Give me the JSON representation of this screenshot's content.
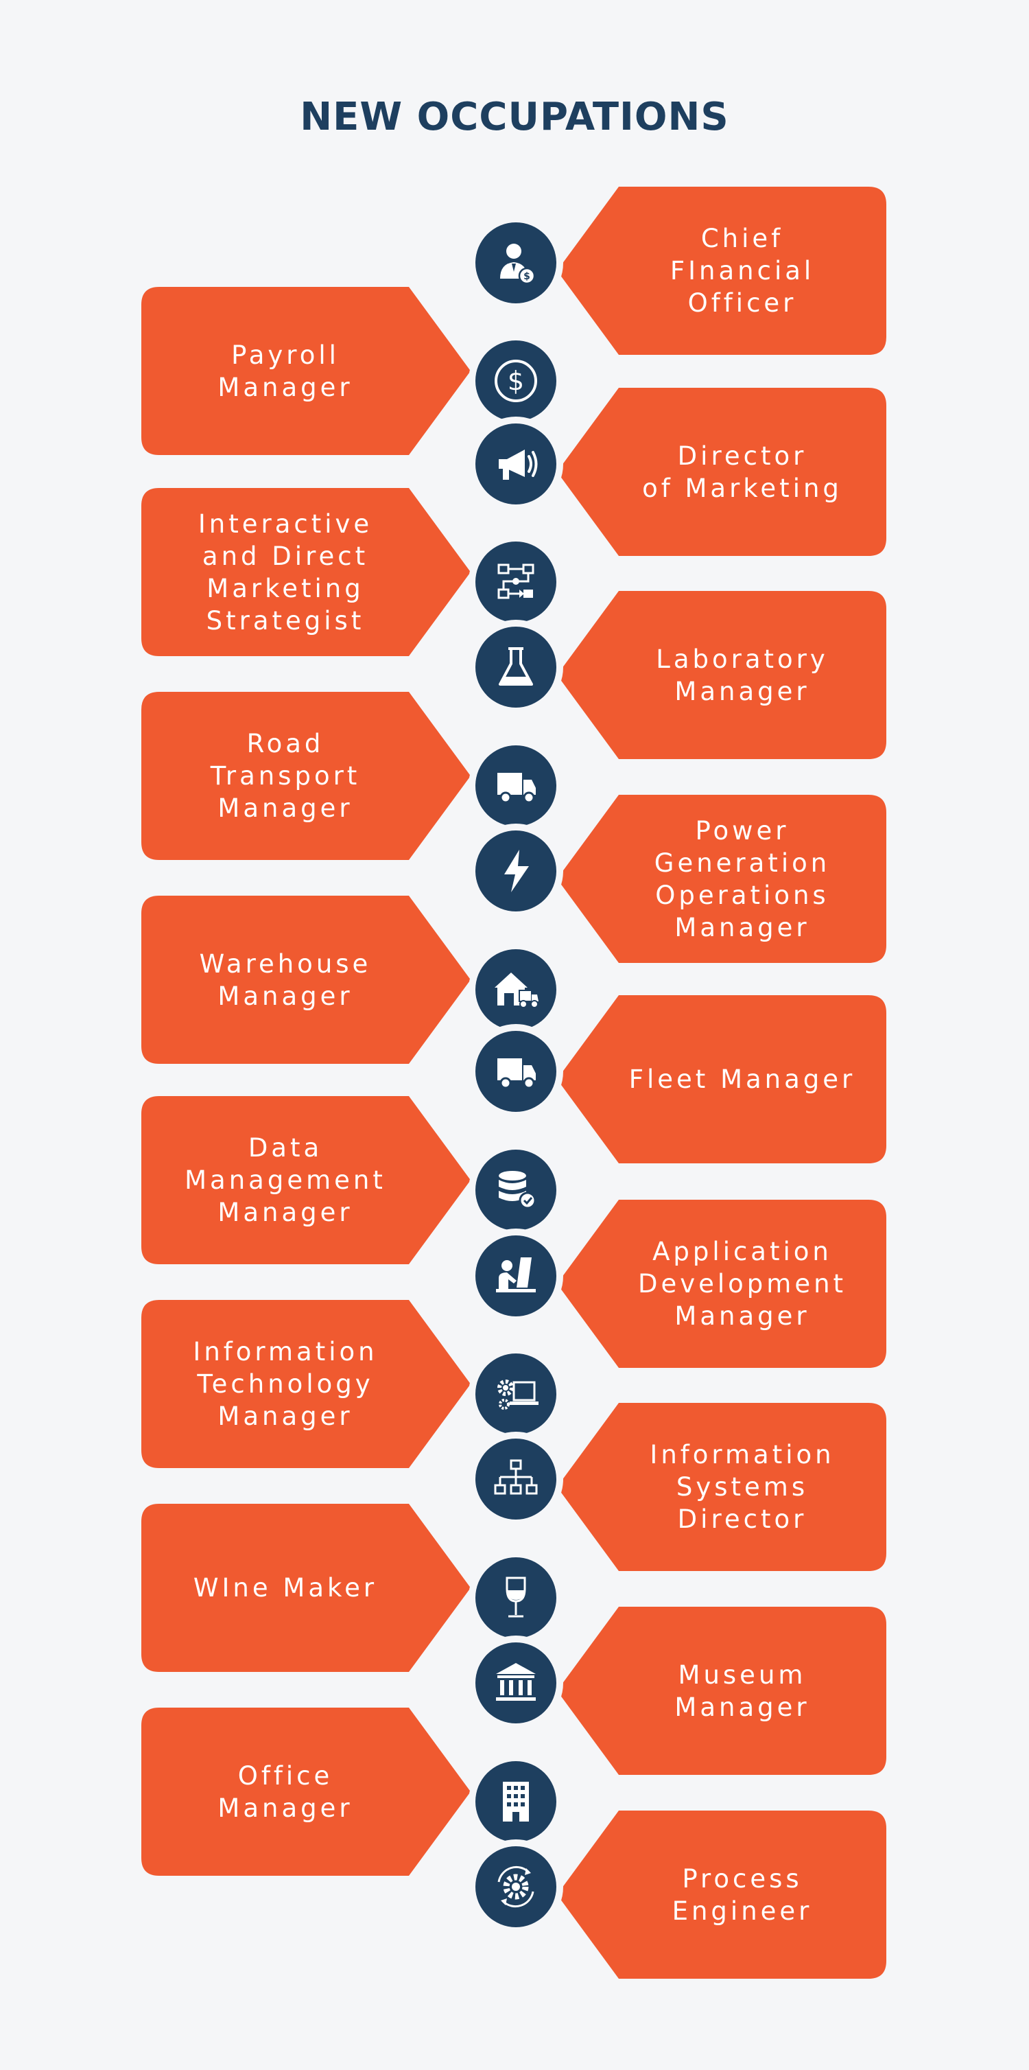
{
  "title": "NEW OCCUPATIONS",
  "colors": {
    "card": "#f05a30",
    "icon_circle": "#1e3f5f",
    "title": "#1e3f5f",
    "background": "#f5f6f8"
  },
  "occupations": [
    {
      "label": "Chief\nFInancial\nOfficer",
      "icon": "businessman-dollar-icon",
      "side": "right"
    },
    {
      "label": "Payroll\nManager",
      "icon": "dollar-coin-icon",
      "side": "left"
    },
    {
      "label": "Director\nof Marketing",
      "icon": "megaphone-icon",
      "side": "right"
    },
    {
      "label": "Interactive\nand Direct\nMarketing\nStrategist",
      "icon": "flow-arrows-icon",
      "side": "left"
    },
    {
      "label": "Laboratory\nManager",
      "icon": "lab-flask-icon",
      "side": "right"
    },
    {
      "label": "Road\nTransport\nManager",
      "icon": "delivery-truck-icon",
      "side": "left"
    },
    {
      "label": "Power\nGeneration\nOperations\nManager",
      "icon": "lightning-bolt-icon",
      "side": "right"
    },
    {
      "label": "Warehouse\nManager",
      "icon": "warehouse-truck-icon",
      "side": "left"
    },
    {
      "label": "Fleet Manager",
      "icon": "fleet-truck-icon",
      "side": "right"
    },
    {
      "label": "Data\nManagement\nManager",
      "icon": "database-check-icon",
      "side": "left"
    },
    {
      "label": "Application\nDevelopment\nManager",
      "icon": "developer-laptop-icon",
      "side": "right"
    },
    {
      "label": "Information\nTechnology\nManager",
      "icon": "gear-laptop-icon",
      "side": "left"
    },
    {
      "label": "Information\nSystems\nDirector",
      "icon": "network-hierarchy-icon",
      "side": "right"
    },
    {
      "label": "WIne Maker",
      "icon": "wine-glass-icon",
      "side": "left"
    },
    {
      "label": "Museum\nManager",
      "icon": "museum-building-icon",
      "side": "right"
    },
    {
      "label": "Office\nManager",
      "icon": "office-building-icon",
      "side": "left"
    },
    {
      "label": "Process\nEngineer",
      "icon": "process-gear-icon",
      "side": "right"
    }
  ]
}
